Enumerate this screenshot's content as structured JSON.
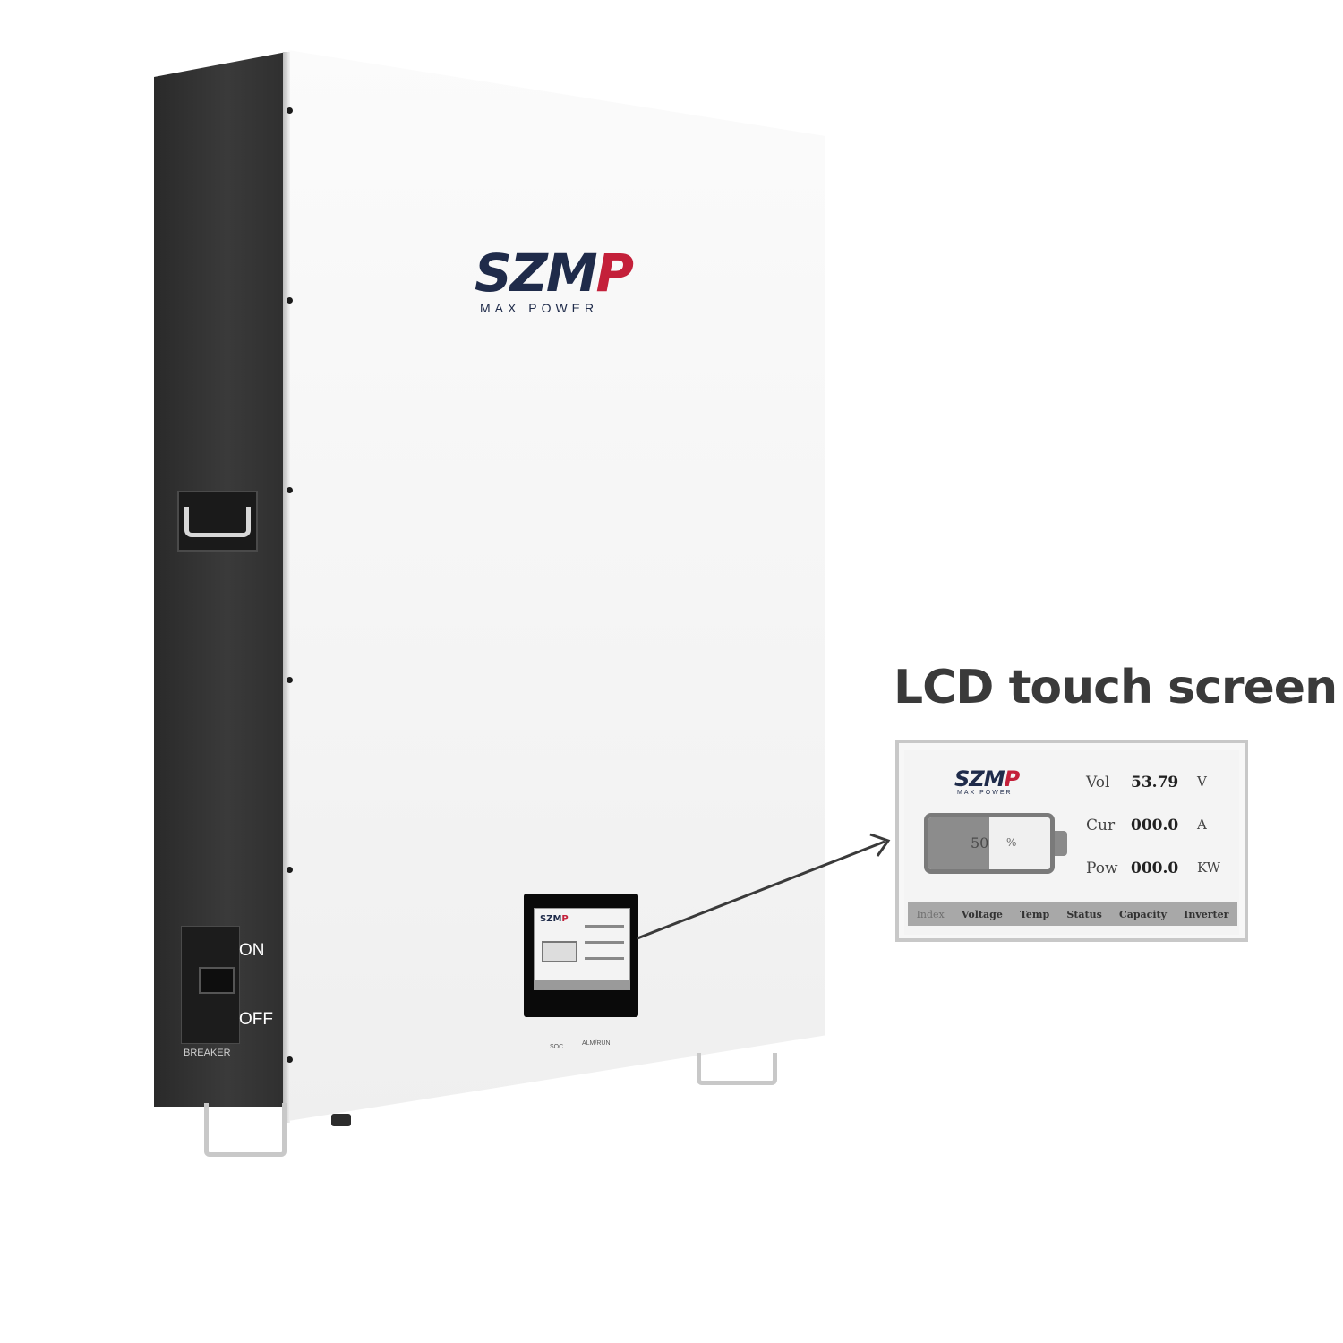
{
  "product": {
    "brand": {
      "mark_main": "SZM",
      "mark_accent": "P",
      "tagline": "MAX POWER"
    },
    "breaker": {
      "on_label": "ON",
      "off_label": "OFF",
      "name_label": "BREAKER"
    },
    "indicators": {
      "soc_label": "SOC",
      "alarm_label": "ALM/RUN"
    }
  },
  "callout": {
    "title": "LCD touch screen",
    "screen": {
      "logo_main": "SZM",
      "logo_accent": "P",
      "logo_tagline": "MAX POWER",
      "battery_percent": 50,
      "battery_value_text": "50",
      "battery_unit": "%",
      "readings": [
        {
          "label": "Vol",
          "value": "53.79",
          "unit": "V"
        },
        {
          "label": "Cur",
          "value": "000.0",
          "unit": "A"
        },
        {
          "label": "Pow",
          "value": "000.0",
          "unit": "KW"
        }
      ],
      "tabs": [
        "Index",
        "Voltage",
        "Temp",
        "Status",
        "Capacity",
        "Inverter"
      ]
    }
  },
  "colors": {
    "brand_navy": "#1f2b4a",
    "brand_red": "#c4203a",
    "side_panel": "#333333",
    "tabbar": "#a8a8a8"
  }
}
